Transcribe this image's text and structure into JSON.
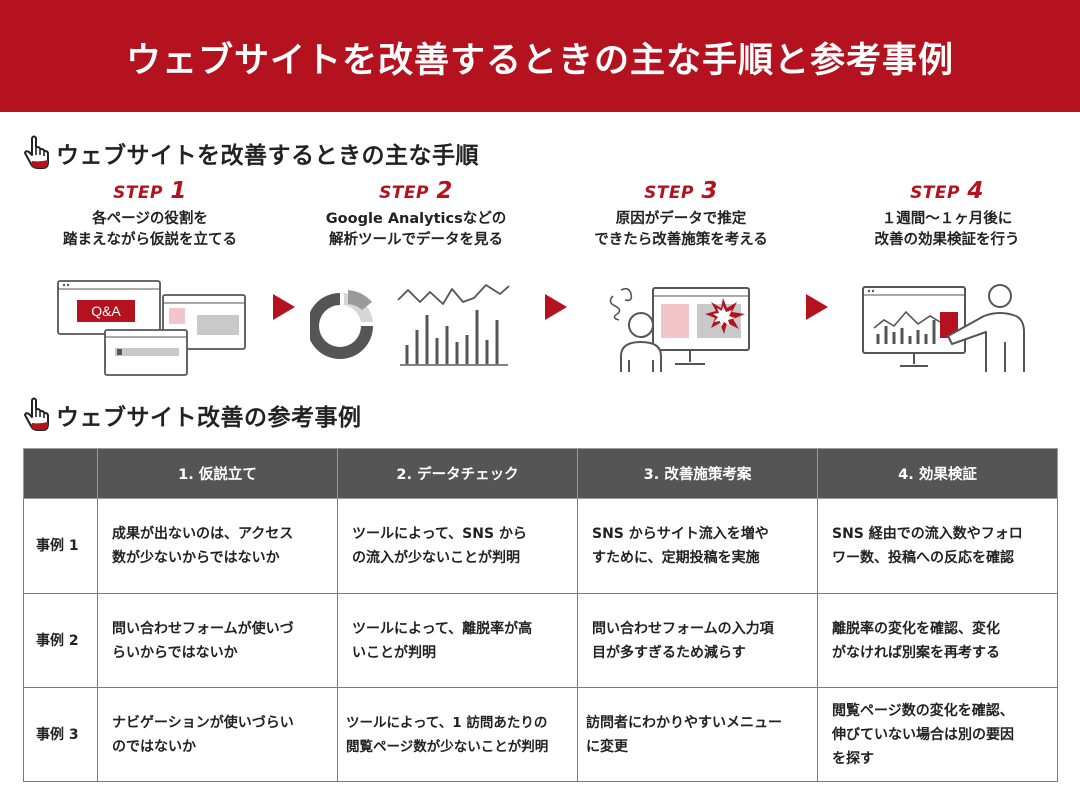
{
  "page": {
    "title": "ウェブサイトを改善するときの主な手順と参考事例"
  },
  "colors": {
    "accent": "#b5121f",
    "table_header": "#555555",
    "illustration": "#555555",
    "illustration_light": "#d6d6d6"
  },
  "section_steps": {
    "icon": "pointing-hand-icon",
    "title": "ウェブサイトを改善するときの主な手順"
  },
  "steps": [
    {
      "label": "STEP",
      "num": "1",
      "line1": "各ページの役割を",
      "line2": "踏まえながら仮説を立てる",
      "illustration_text": "Q&A"
    },
    {
      "label": "STEP",
      "num": "2",
      "line1": "Google Analyticsなどの",
      "line2": "解析ツールでデータを見る"
    },
    {
      "label": "STEP",
      "num": "3",
      "line1": "原因がデータで推定",
      "line2": "できたら改善施策を考える"
    },
    {
      "label": "STEP",
      "num": "4",
      "line1": "１週間〜１ヶ月後に",
      "line2": "改善の効果検証を行う"
    }
  ],
  "section_cases": {
    "icon": "pointing-hand-icon",
    "title": "ウェブサイト改善の参考事例"
  },
  "table": {
    "headers": [
      "",
      "1. 仮説立て",
      "2. データチェック",
      "3. 改善施策考案",
      "4. 効果検証"
    ],
    "rows": [
      {
        "label": "事例 1",
        "cells": [
          [
            "成果が出ないのは、アクセス",
            "数が少ないからではないか"
          ],
          [
            "ツールによって、SNS から",
            "の流入が少ないことが判明"
          ],
          [
            "SNS からサイト流入を増や",
            "すために、定期投稿を実施"
          ],
          [
            "SNS 経由での流入数やフォロ",
            "ワー数、投稿への反応を確認"
          ]
        ]
      },
      {
        "label": "事例 2",
        "cells": [
          [
            "問い合わせフォームが使いづ",
            "らいからではないか"
          ],
          [
            "ツールによって、離脱率が高",
            "いことが判明"
          ],
          [
            "問い合わせフォームの入力項",
            "目が多すぎるため減らす"
          ],
          [
            "離脱率の変化を確認、変化",
            "がなければ別案を再考する"
          ]
        ]
      },
      {
        "label": "事例 3",
        "cells": [
          [
            "ナビゲーションが使いづらい",
            "のではないか"
          ],
          [
            "ツールによって、1 訪問あたりの",
            "閲覧ページ数が少ないことが判明"
          ],
          [
            "訪問者にわかりやすいメニュー",
            "に変更"
          ],
          [
            "閲覧ページ数の変化を確認、",
            "伸びていない場合は別の要因",
            "を探す"
          ]
        ]
      }
    ]
  }
}
